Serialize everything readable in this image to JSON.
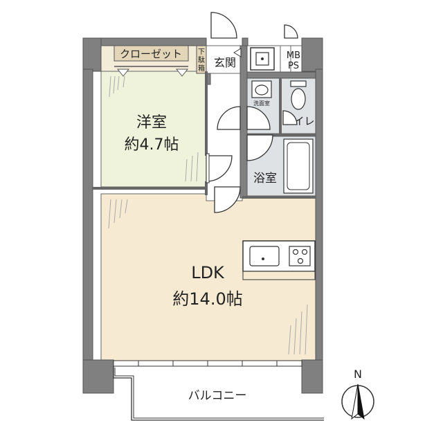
{
  "rooms": {
    "western": {
      "name": "洋室",
      "size": "約4.7帖"
    },
    "ldk": {
      "name": "LDK",
      "size": "約14.0帖"
    },
    "closet": "クローゼット",
    "shoe_box": [
      "下",
      "駄",
      "箱"
    ],
    "entrance": "玄関",
    "mb": "MB",
    "ps": "PS",
    "washroom": "洗面室",
    "toilet": "トイレ",
    "bath": "浴室",
    "balcony": "バルコニー"
  },
  "compass": {
    "label": "N"
  },
  "colors": {
    "wall": "#808080",
    "western_floor": "#eff3dc",
    "ldk_floor": "#f7ead2",
    "wet_floor": "#dfe2e4",
    "closet_floor": "#e3d6b8",
    "outline": "#333333"
  }
}
